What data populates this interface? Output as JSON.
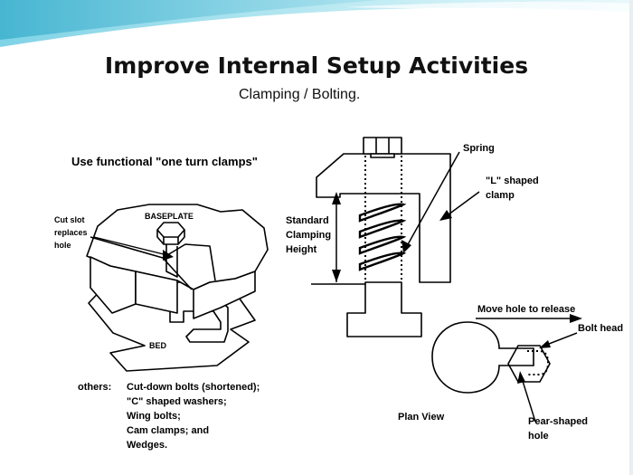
{
  "slide": {
    "title": "Improve Internal Setup Activities",
    "subtitle": "Clamping / Bolting.",
    "left_diagram": {
      "heading": "Use functional \"one turn clamps\"",
      "cut_slot_label": [
        "Cut slot",
        "replaces",
        "hole"
      ],
      "baseplate_label": "BASEPLATE",
      "bed_label": "BED"
    },
    "others": {
      "label": "others:",
      "items": [
        "Cut-down bolts (shortened);",
        "\"C\" shaped washers;",
        "Wing bolts;",
        "Cam clamps; and",
        "Wedges."
      ]
    },
    "clamp_diagram": {
      "spring_label": "Spring",
      "l_clamp_label": [
        "\"L\" shaped",
        "clamp"
      ],
      "height_label": [
        "Standard",
        "Clamping",
        "Height"
      ]
    },
    "plan_view": {
      "move_label": "Move hole to release",
      "bolt_head_label": "Bolt head",
      "plan_view_label": "Plan View",
      "pear_label": [
        "Pear-shaped",
        "hole"
      ]
    }
  }
}
